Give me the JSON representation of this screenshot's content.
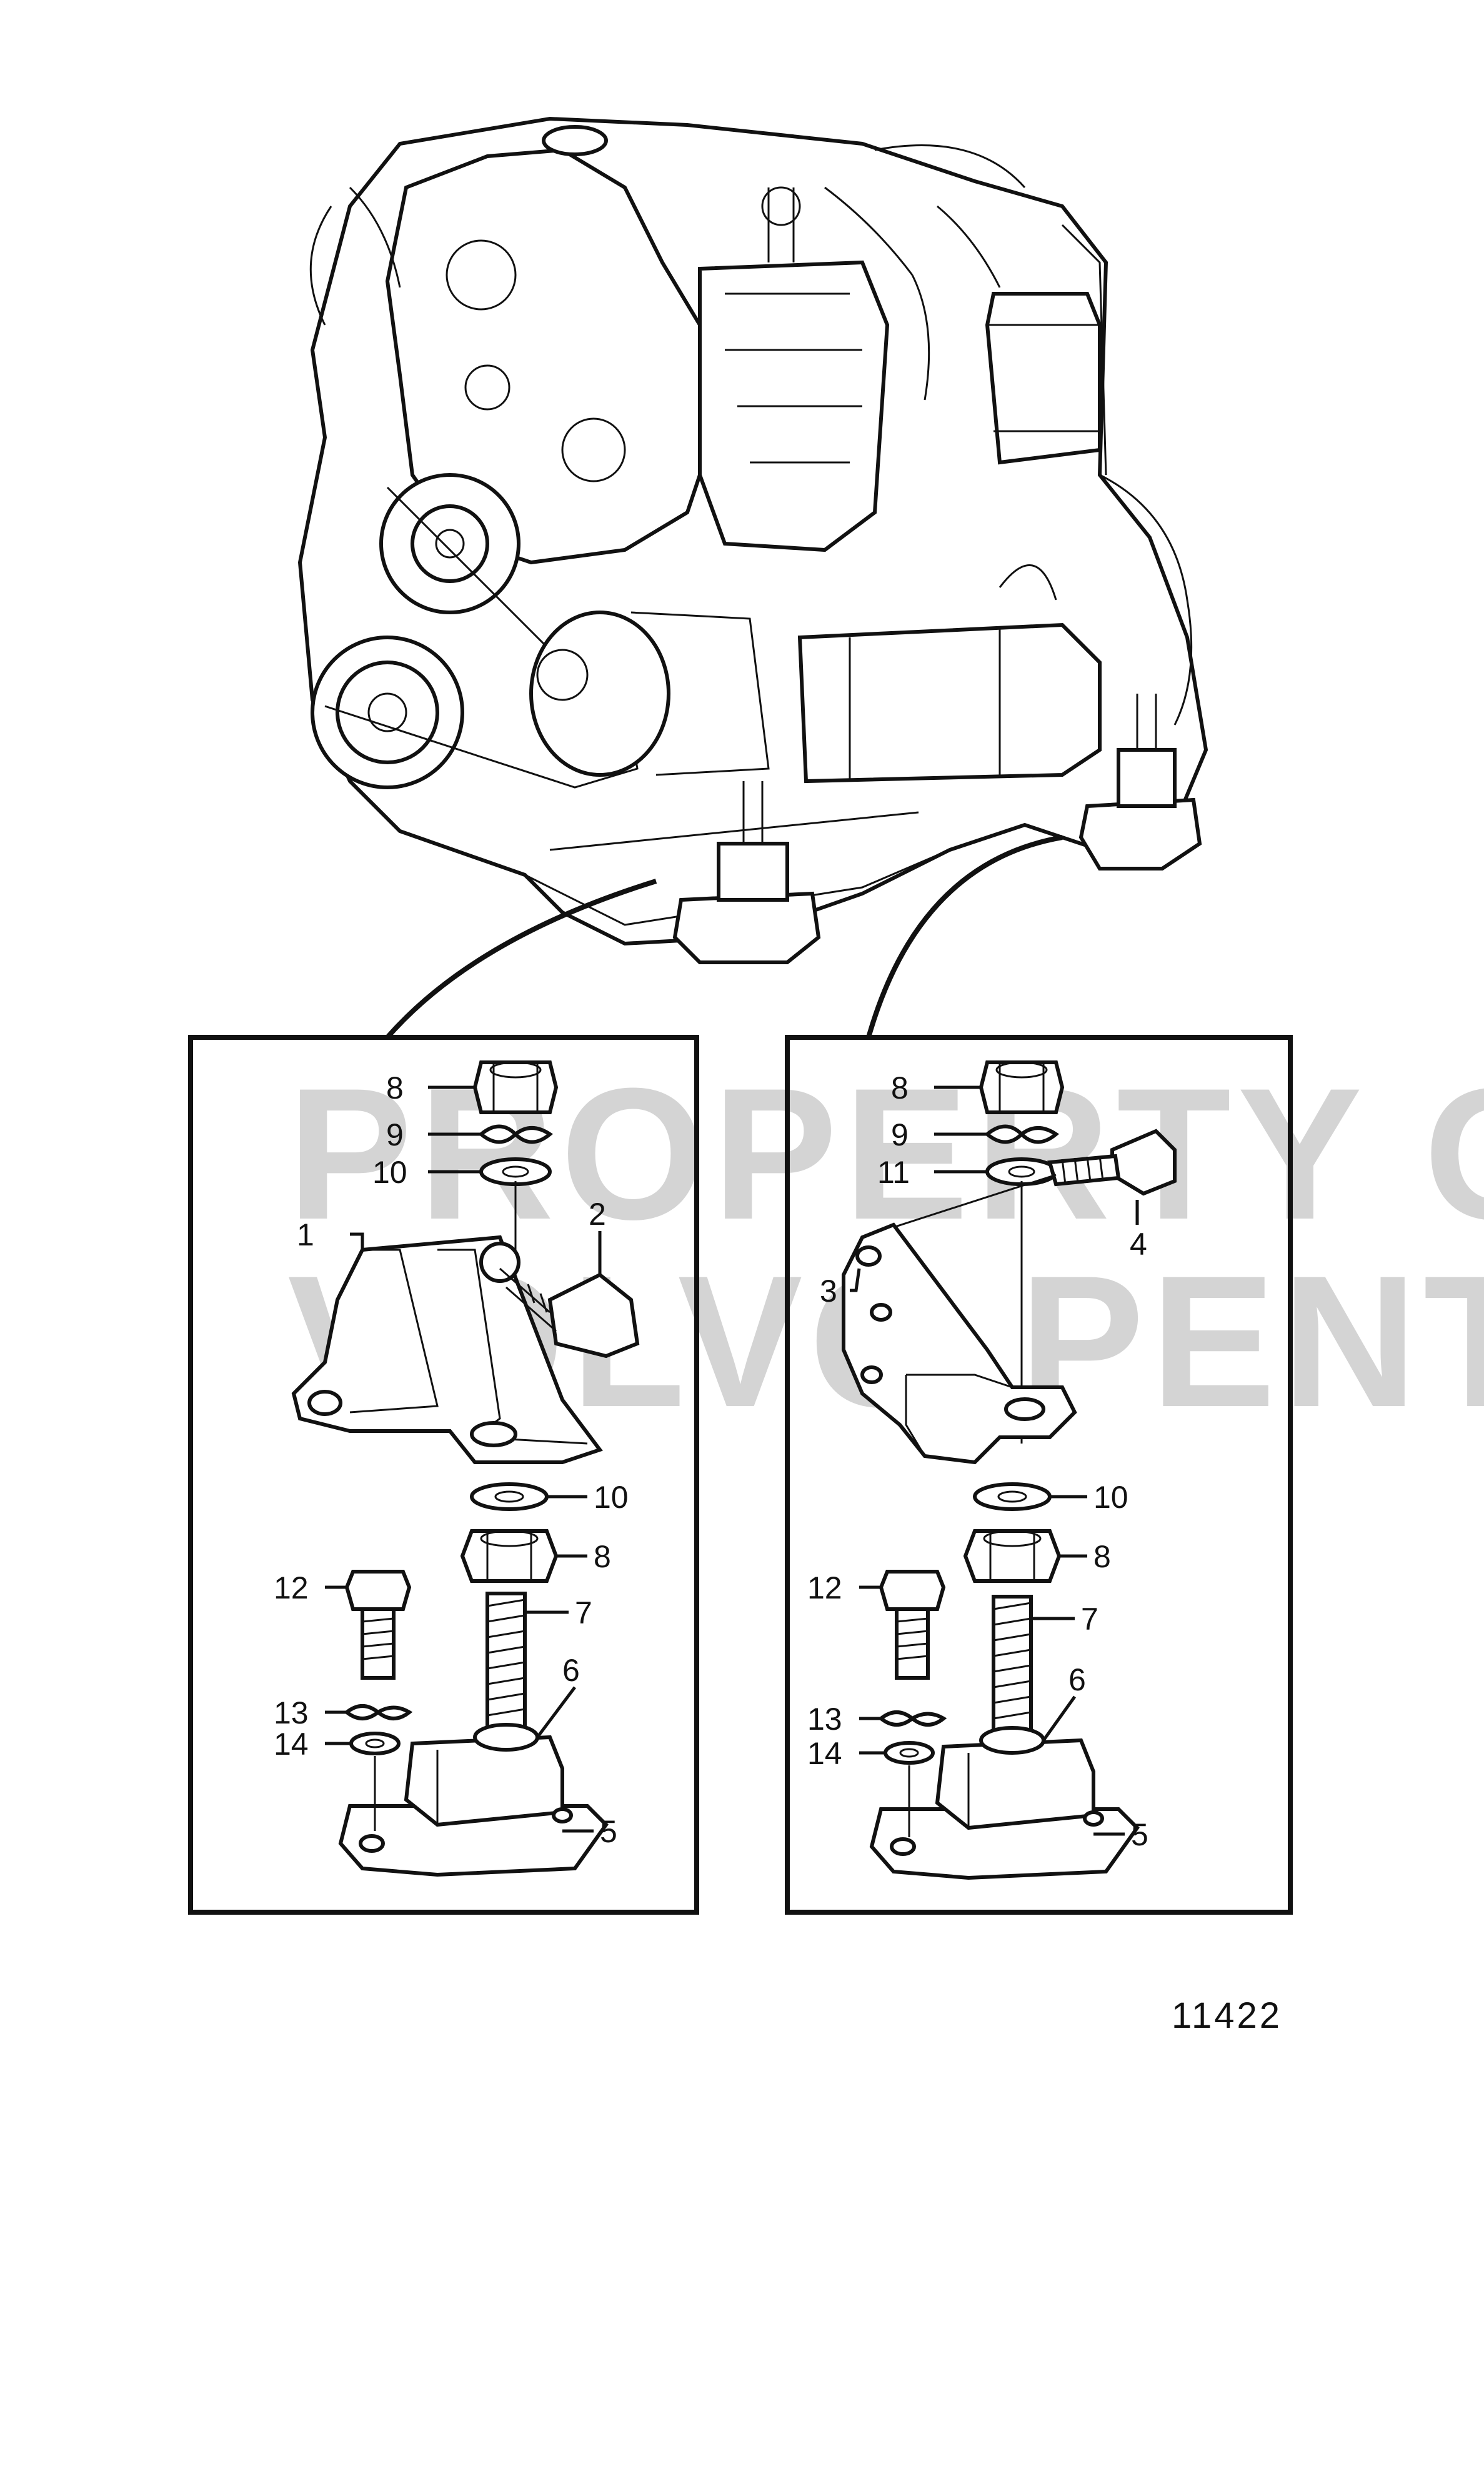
{
  "figure_number": "11422",
  "watermark": {
    "line1": "PROPERTY OF",
    "line2": "VOLVO PENTA"
  },
  "left_panel": {
    "labels": {
      "p8_top": "8",
      "p9": "9",
      "p10_top": "10",
      "p2": "2",
      "p1": "1",
      "p10_bottom": "10",
      "p8_bottom": "8",
      "p12": "12",
      "p7": "7",
      "p6": "6",
      "p13": "13",
      "p14": "14",
      "p5": "5"
    }
  },
  "right_panel": {
    "labels": {
      "p8_top": "8",
      "p9": "9",
      "p11": "11",
      "p4": "4",
      "p3": "3",
      "p10": "10",
      "p8_bottom": "8",
      "p12": "12",
      "p7": "7",
      "p6": "6",
      "p13": "13",
      "p14": "14",
      "p5": "5"
    }
  }
}
